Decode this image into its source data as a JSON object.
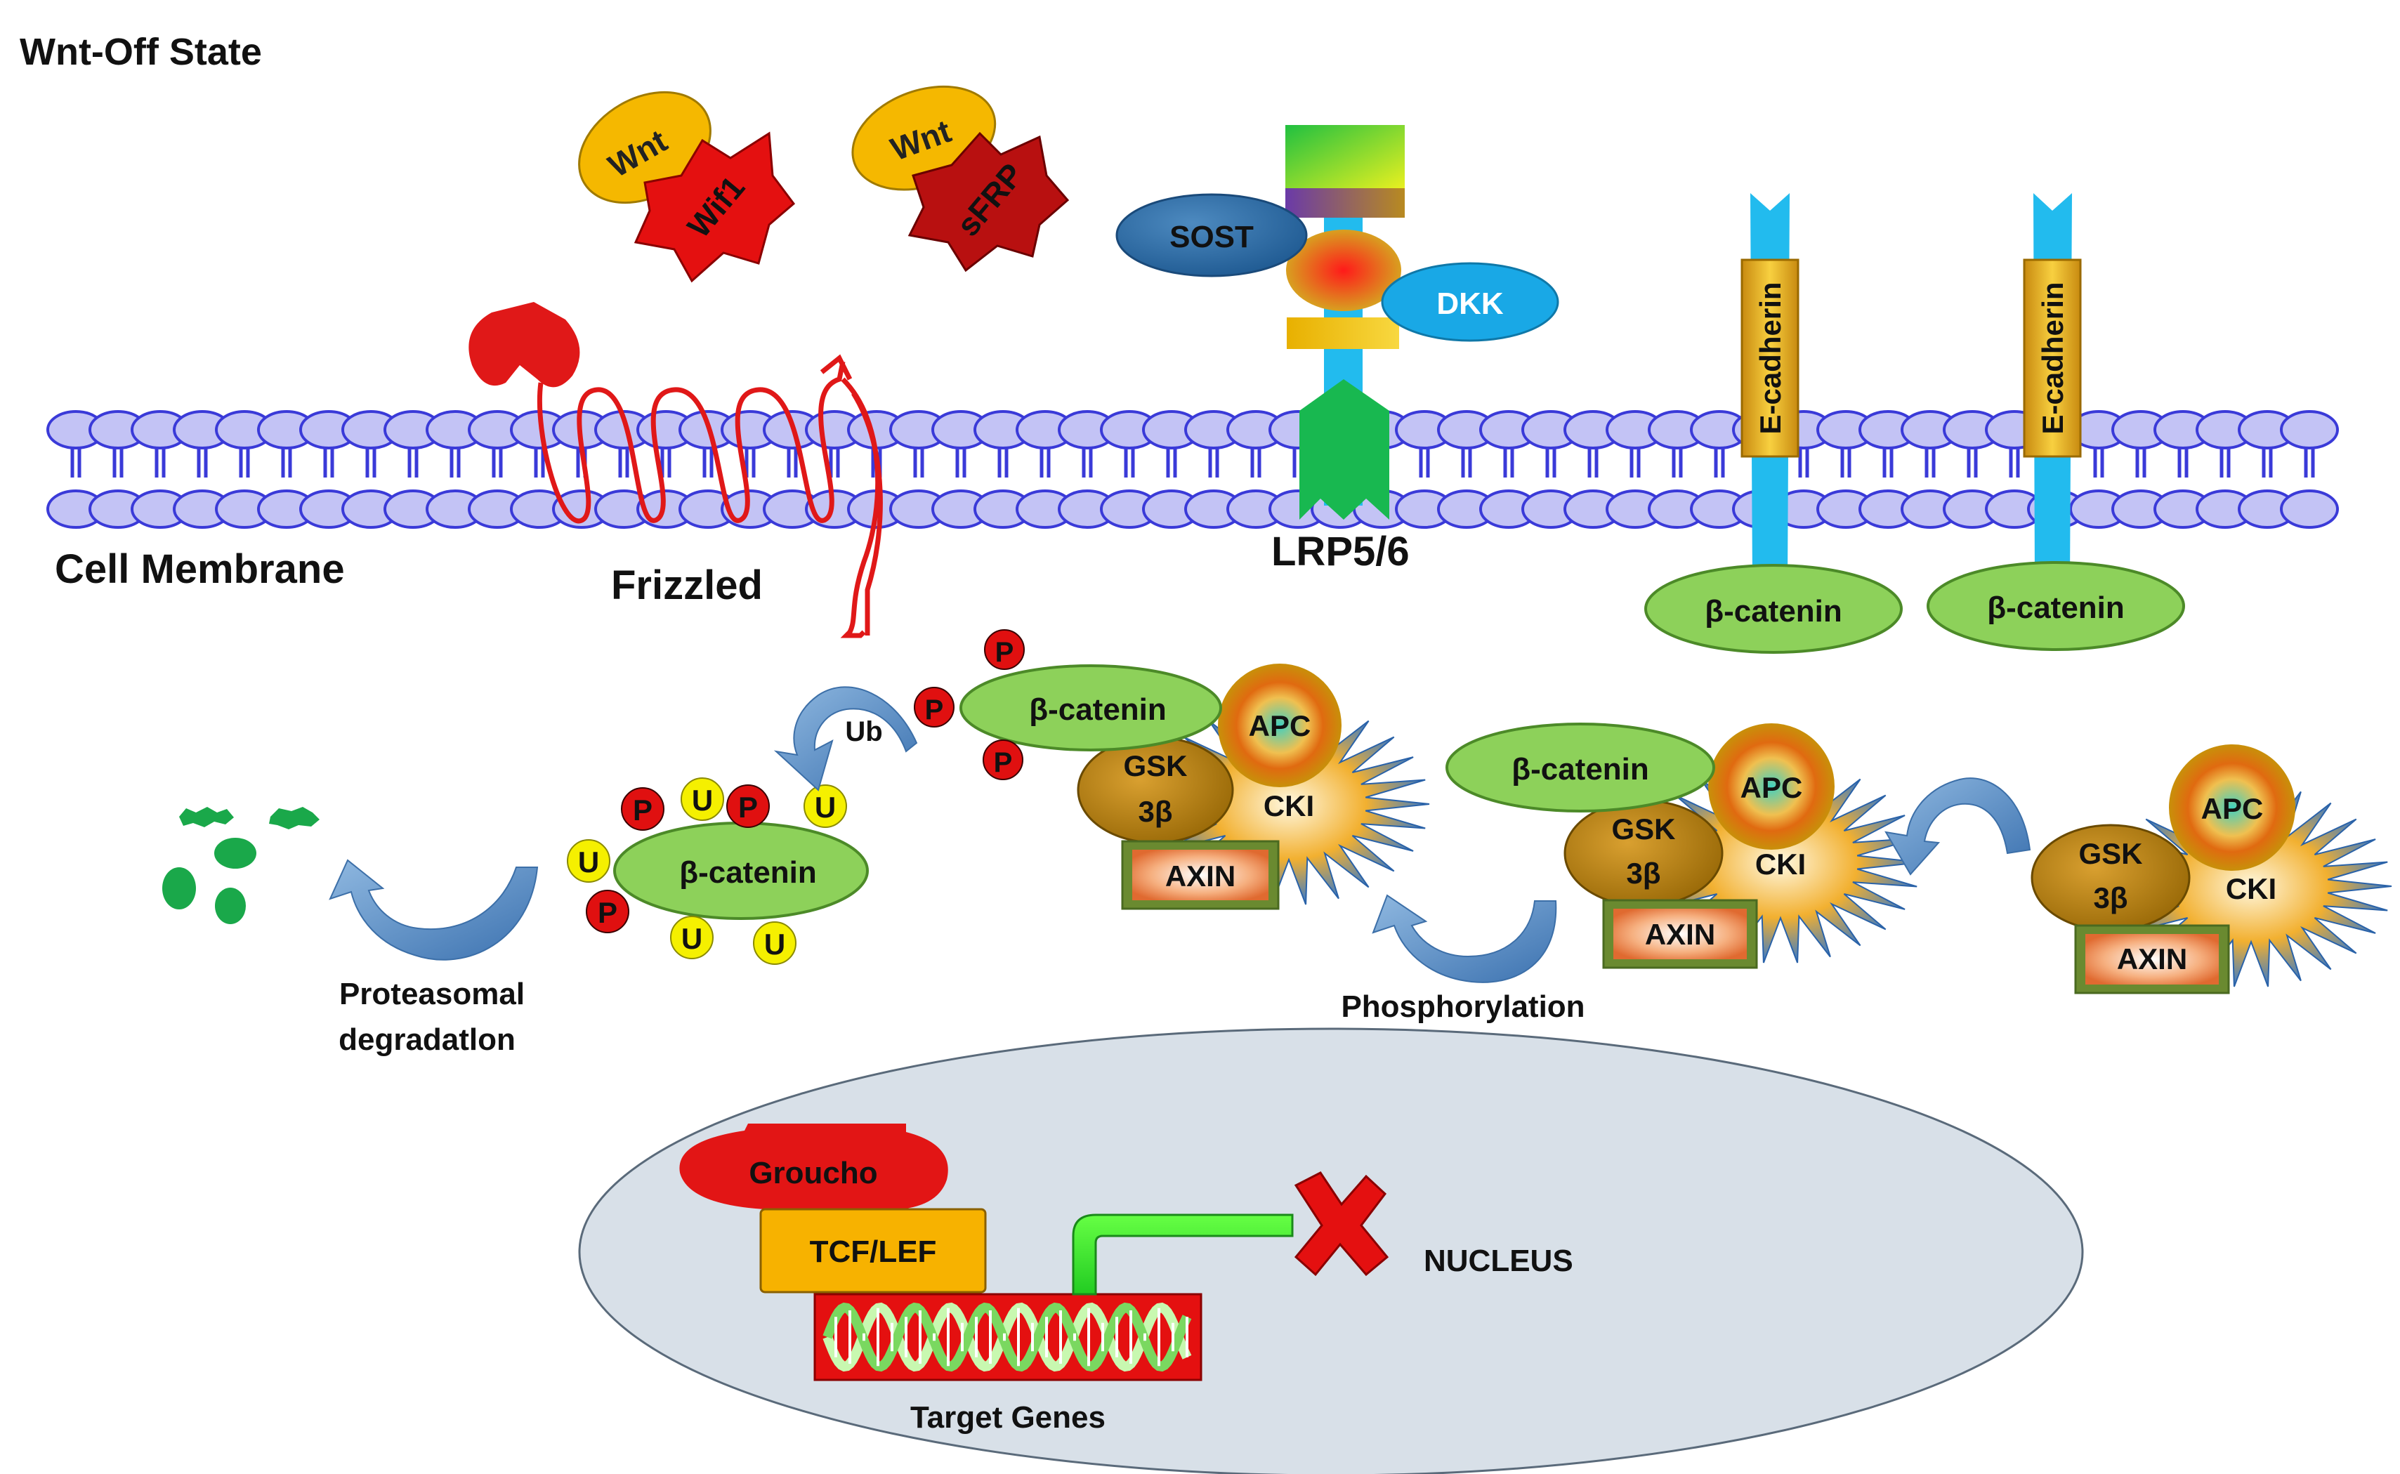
{
  "title": "Wnt-Off State",
  "labels": {
    "cell_membrane": "Cell Membrane",
    "frizzled": "Frizzled",
    "lrp": "LRP5/6",
    "sost": "SOST",
    "dkk": "DKK",
    "wnt": "Wnt",
    "wif1": "Wif1",
    "sfrp": "sFRP",
    "e_cadherin": "E-cadherin",
    "beta_catenin": "β-catenin",
    "apc": "APC",
    "gsk": "GSK",
    "gsk_sub": "3β",
    "cki": "CKI",
    "axin": "AXIN",
    "p": "P",
    "u": "U",
    "ub": "Ub",
    "proteasomal_1": "Proteasomal",
    "proteasomal_2": "degradatlon",
    "phosphorylation": "Phosphorylation",
    "groucho": "Groucho",
    "tcf_lef": "TCF/LEF",
    "target_genes": "Target Genes",
    "nucleus": "NUCLEUS"
  },
  "colors": {
    "membrane_head": "#c3c3f5",
    "membrane_stroke": "#3a3ad8",
    "frizzled": "#e01818",
    "beta_catenin": "#8dd15a",
    "gsk": "#c08a1a",
    "apc_outer": "#e07a1a",
    "apc_inner": "#58d5c0",
    "axin": "#f2a070",
    "phospho": "#e01010",
    "ubiquitin": "#f5f000",
    "ecadherin_stem": "#22bbee",
    "lrp_stem": "#22bbee",
    "lrp_base": "#18b850",
    "sost": "#2e6ea6",
    "dkk": "#19a8e6",
    "wnt": "#f5b800",
    "nucleus_fill": "#d8e0e8",
    "groucho": "#e21515",
    "tcf": "#f7b200",
    "dna_box": "#e41010",
    "arrow": "#5b8ec7",
    "degraded": "#1aa84a"
  },
  "icons": {
    "x_mark": "x-mark-icon",
    "dna": "dna-helix-icon"
  }
}
